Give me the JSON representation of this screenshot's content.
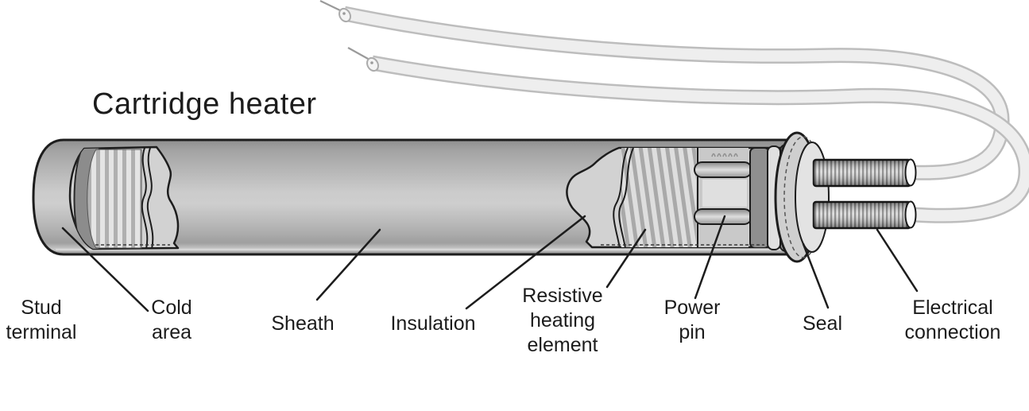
{
  "title": "Cartridge heater",
  "labels": {
    "stud_terminal": {
      "line1": "Stud",
      "line2": "terminal"
    },
    "cold_area": {
      "line1": "Cold",
      "line2": "area"
    },
    "sheath": {
      "line1": "Sheath"
    },
    "insulation": {
      "line1": "Insulation"
    },
    "resistive_heating_element": {
      "line1": "Resistive",
      "line2": "heating",
      "line3": "element"
    },
    "power_pin": {
      "line1": "Power",
      "line2": "pin"
    },
    "seal": {
      "line1": "Seal"
    },
    "electrical_connection": {
      "line1": "Electrical",
      "line2": "connection"
    }
  },
  "colors": {
    "background": "#ffffff",
    "outline": "#1d1d1d",
    "body_mid": "#cdcdcd",
    "body_dark": "#8f8f8f",
    "cutaway_fill": "#d2d2d2",
    "coil_stripe": "#b0b0b0",
    "wire_fill": "#ededed",
    "wire_outline": "#c0c0c0",
    "label_text": "#1c1c1c"
  }
}
